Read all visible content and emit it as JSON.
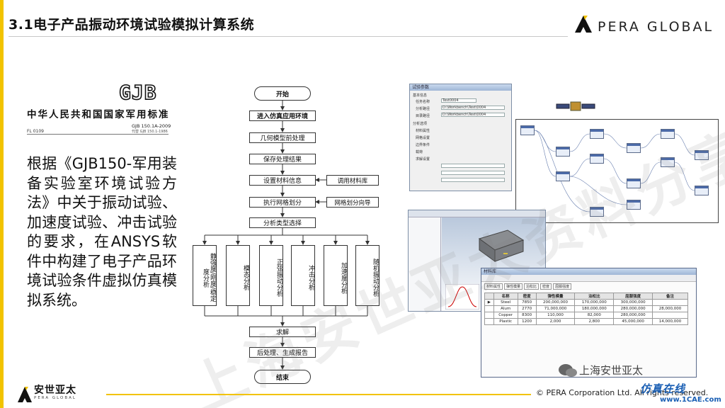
{
  "header": {
    "title": "3.1电子产品振动环境试验模拟计算系统",
    "logo_text": "PERA GLOBAL"
  },
  "standard": {
    "logo": "GJB",
    "org": "中华人民共和国国家军用标准",
    "code": "FL 0109",
    "number": "GJB 150.1A-2009",
    "replaces": "代替 GJB 150.1-1986"
  },
  "description": "根据《GJB150-军用装备实验室环境试验方法》中关于振动试验、加速度试验、冲击试验的要求，在ANSYS软件中构建了电子产品环境试验条件虚拟仿真模拟系统。",
  "flowchart": {
    "start": "开始",
    "enter": "进入仿真应用环境",
    "geometry": "几何模型前处理",
    "save": "保存处理结果",
    "material": "设置材料信息",
    "material_lib": "调用材料库",
    "mesh": "执行网格划分",
    "mesh_wizard": "网格划分向导",
    "analysis_type": "分析类型选择",
    "branches": [
      "静强度/刚度/稳定度分析",
      "模态分析",
      "正弦振动分析",
      "冲击分析",
      "加速度分析",
      "随机振动分析"
    ],
    "solve": "求解",
    "post": "后处理、生成报告",
    "end": "结束"
  },
  "screens": {
    "dialog_title": "试验参数",
    "dialog_labels": [
      "基本信息",
      "任务名称",
      "分析路径",
      "目录路径",
      "分析选项",
      "材料属性",
      "网格设置",
      "边界条件",
      "载荷",
      "求解设置"
    ],
    "dialog_values": [
      "Test0004",
      "D:\\Workbench\\Test\\0004",
      "D:\\Workbench\\Test\\0004"
    ],
    "table_title": "材料库",
    "table_tabs": [
      "材料属性",
      "弹性模量",
      "泊松比",
      "密度",
      "屈服强度"
    ],
    "table_headers": [
      "",
      "名称",
      "密度",
      "弹性模量",
      "泊松比",
      "屈服强度",
      "备注"
    ],
    "table_rows": [
      [
        "▶",
        "Steel",
        "7850",
        "200,000,000",
        "170,000,000",
        "300,000,000",
        ""
      ],
      [
        "",
        "Alum",
        "2770",
        "71,000,000",
        "180,000,000",
        "280,000,000",
        "28,000,000"
      ],
      [
        "",
        "Copper",
        "8300",
        "110,000",
        "82,000",
        "280,000,000",
        ""
      ],
      [
        "",
        "Plastic",
        "1200",
        "2,000",
        "2,800",
        "45,000,000",
        "14,000,000"
      ]
    ]
  },
  "watermark": "上海安世亚太资料分享",
  "footer": {
    "logo_main": "安世亚太",
    "logo_sub": "PERA GLOBAL",
    "copyright": "© PERA Corporation Ltd. All rights reserved.",
    "brand_top": "上海安世亚太",
    "brand_main": "仿真在线",
    "brand_url": "www.1CAE.com"
  },
  "colors": {
    "accent": "#f2c300",
    "brand_blue": "#1a5fb4"
  }
}
